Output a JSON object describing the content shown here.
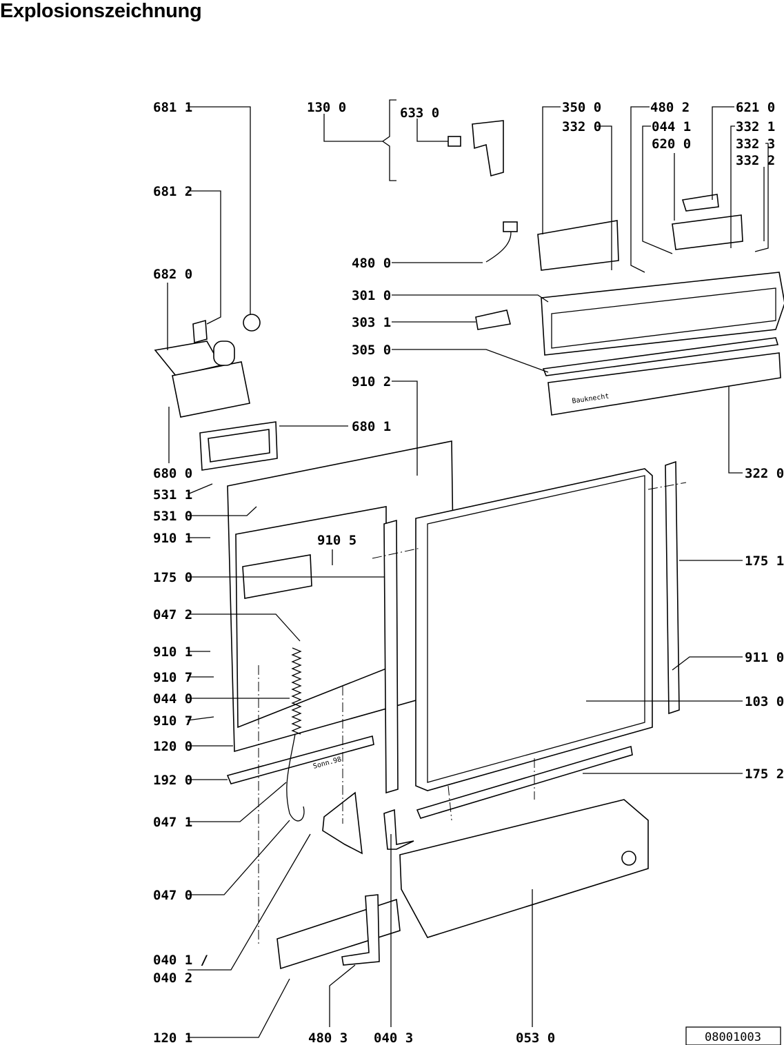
{
  "title": "Explosionszeichnung",
  "drawing_number": "08001003",
  "labels": [
    "681 1",
    "681 2",
    "682 0",
    "680 0",
    "531 1",
    "531 0",
    "910 1",
    "175 0",
    "047 2",
    "910 1",
    "910 7",
    "044 0",
    "910 7",
    "120 0",
    "192 0",
    "047 1",
    "047 0",
    "040 1 /",
    "040 2",
    "120 1",
    "480 3",
    "040 3",
    "053 0",
    "130 0",
    "633 0",
    "350 0",
    "332 0",
    "480 2",
    "044 1",
    "620 0",
    "621 0",
    "332 1",
    "332 3",
    "332 2",
    "480 0",
    "301 0",
    "303 1",
    "305 0",
    "910 2",
    "680 1",
    "910 5",
    "322 0",
    "175 1",
    "911 0",
    "103 0",
    "175 2"
  ],
  "logo_text": "Bauknecht",
  "stamp_text": "Sonn.98"
}
